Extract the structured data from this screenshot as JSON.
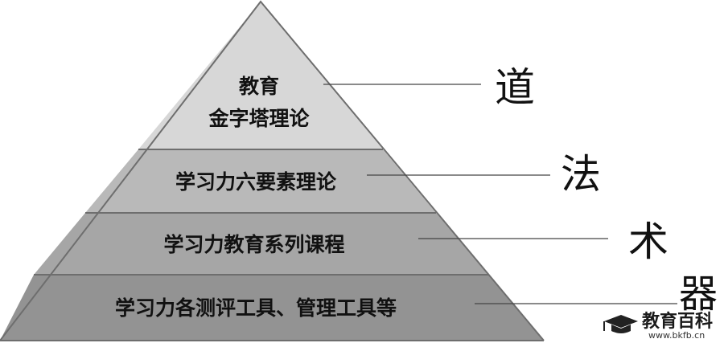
{
  "tiers": [
    {
      "lines": [
        "教育",
        "金字塔理论"
      ],
      "fill": "#d7d7d7"
    },
    {
      "lines": [
        "学习力六要素理论"
      ],
      "fill": "#b9b9b9"
    },
    {
      "lines": [
        "学习力教育系列课程"
      ],
      "fill": "#a6a6a6"
    },
    {
      "lines": [
        "学习力各测评工具、管理工具等"
      ],
      "fill": "#939393"
    }
  ],
  "labels": [
    "道",
    "法",
    "术",
    "器"
  ],
  "watermark": {
    "name": "教育百科",
    "url": "www.bkfb.cn"
  },
  "colors": {
    "outline": "#6e6e6e",
    "line": "#444444",
    "text": "#111111"
  }
}
